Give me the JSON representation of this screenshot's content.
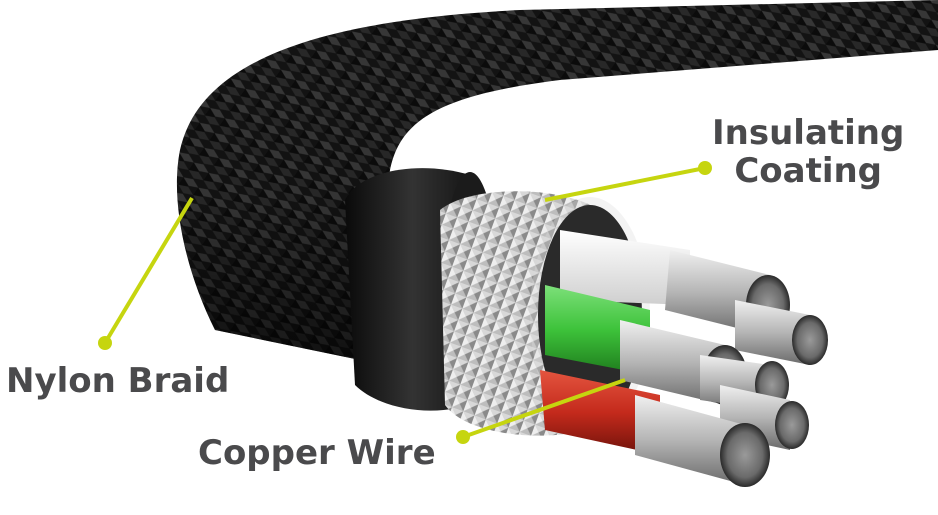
{
  "labels": {
    "insulating_line1": "Insulating",
    "insulating_line2": "Coating",
    "nylon_braid": "Nylon Braid",
    "copper_wire": "Copper Wire"
  },
  "colors": {
    "label_text": "#4a4a4c",
    "callout": "#c6d50f",
    "braid": "#1a1a1a",
    "insulating_band": "#202020",
    "foil_shield": "#c9c9c9",
    "wire_white": "#f2f2f2",
    "wire_green": "#3dc23a",
    "wire_red": "#c42a1c",
    "copper_strands": "#a8a8a8"
  },
  "image_description_icons": [
    "cable-braid",
    "foil-shield",
    "conductor-wire"
  ]
}
